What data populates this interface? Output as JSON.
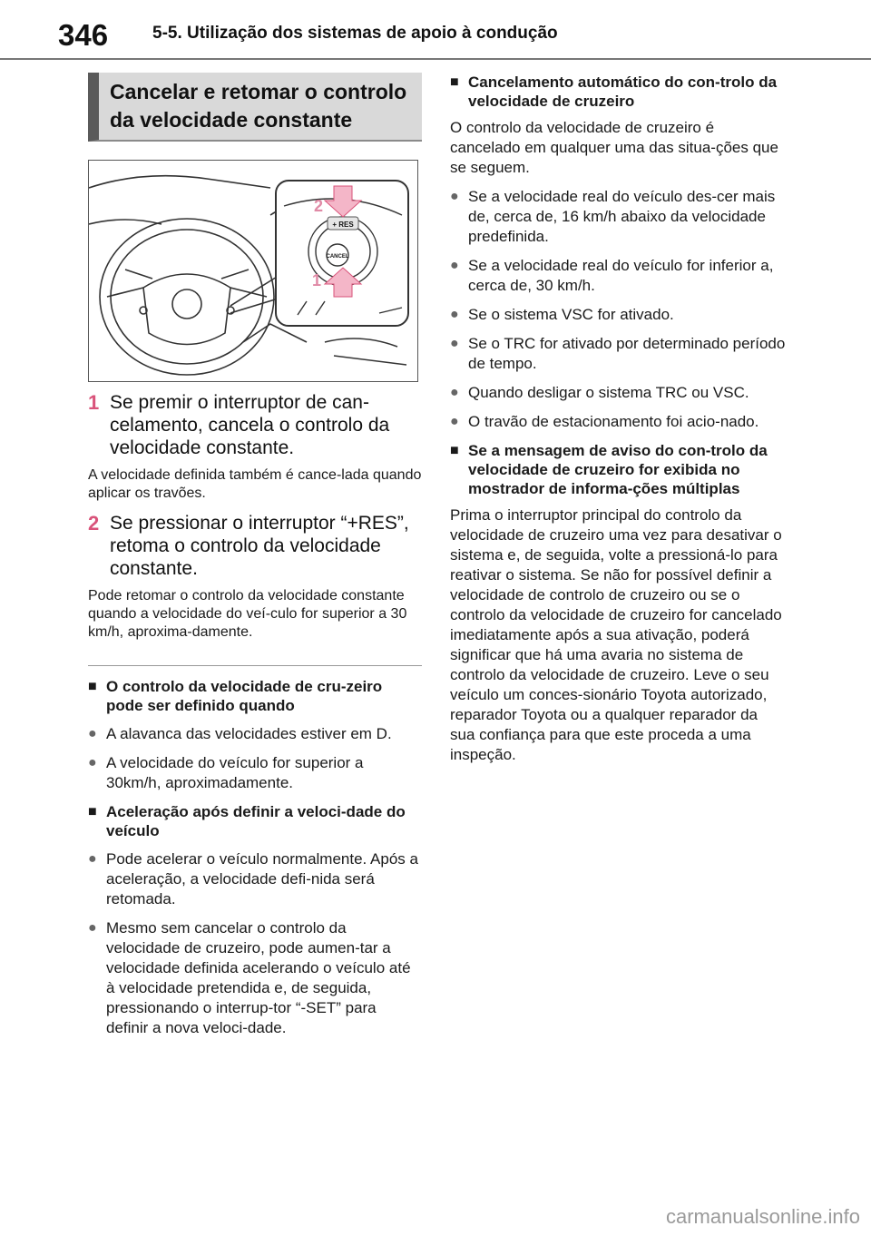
{
  "header": {
    "page_number": "346",
    "section_title": "5-5. Utilização dos sistemas de apoio à condução"
  },
  "left": {
    "box_title_line1": "Cancelar e retomar o controlo",
    "box_title_line2": "da velocidade constante",
    "figure": {
      "callout_1": "1",
      "callout_2": "2",
      "res_label": "+ RES",
      "cancel_label": "CANCEL"
    },
    "steps": [
      {
        "num": "1",
        "text": "Se premir o interruptor de can-celamento, cancela o controlo da velocidade constante.",
        "note": "A velocidade definida também é cance-lada quando aplicar os travões."
      },
      {
        "num": "2",
        "text": "Se pressionar o interruptor “+RES”, retoma o controlo da velocidade constante.",
        "note": "Pode retomar o controlo da velocidade constante quando a velocidade do veí-culo for superior a 30 km/h, aproxima-damente."
      }
    ],
    "sections": [
      {
        "heading": "O controlo da velocidade de cru-zeiro pode ser definido quando",
        "bullets": [
          "A alavanca das velocidades estiver em D.",
          "A velocidade do veículo for superior a 30km/h, aproximadamente."
        ]
      },
      {
        "heading": "Aceleração após definir a veloci-dade do veículo",
        "bullets": [
          "Pode acelerar o veículo normalmente. Após a aceleração, a velocidade defi-nida será retomada.",
          "Mesmo sem cancelar o controlo da velocidade de cruzeiro, pode aumen-tar a velocidade definida acelerando o veículo até à velocidade pretendida e, de seguida, pressionando o interrup-tor “-SET” para definir a nova veloci-dade."
        ]
      }
    ]
  },
  "right": {
    "sections": [
      {
        "heading": "Cancelamento automático do con-trolo da velocidade de cruzeiro",
        "intro": "O controlo da velocidade de cruzeiro é cancelado em qualquer uma das situa-ções que se seguem.",
        "bullets": [
          "Se a velocidade real do veículo des-cer mais de, cerca de, 16 km/h abaixo da velocidade predefinida.",
          "Se a velocidade real do veículo for inferior a, cerca de, 30 km/h.",
          "Se o sistema VSC for ativado.",
          "Se o TRC for ativado por determinado período de tempo.",
          "Quando desligar o sistema TRC ou VSC.",
          "O travão de estacionamento foi acio-nado."
        ]
      },
      {
        "heading": "Se a mensagem de aviso do con-trolo da velocidade de cruzeiro for exibida no mostrador de informa-ções múltiplas",
        "paragraph": "Prima o interruptor principal do controlo da velocidade de cruzeiro uma vez para desativar o sistema e, de seguida, volte a pressioná-lo para reativar o sistema. Se não for possível definir a velocidade de controlo de cruzeiro ou se o controlo da velocidade de cruzeiro for cancelado imediatamente após a sua ativação, poderá significar que há uma avaria no sistema de controlo da velocidade de cruzeiro. Leve o seu veículo um conces-sionário Toyota autorizado, reparador Toyota ou a qualquer reparador da sua confiança para que este proceda a uma inspeção."
      }
    ]
  },
  "footer": {
    "watermark": "carmanualsonline.info"
  },
  "colors": {
    "accent": "#d9537a",
    "title_bar": "#5a5a5a",
    "title_bg": "#d9d9d9"
  },
  "icons": {
    "section_marker": "square-icon",
    "bullet": "circle-bullet-icon"
  }
}
